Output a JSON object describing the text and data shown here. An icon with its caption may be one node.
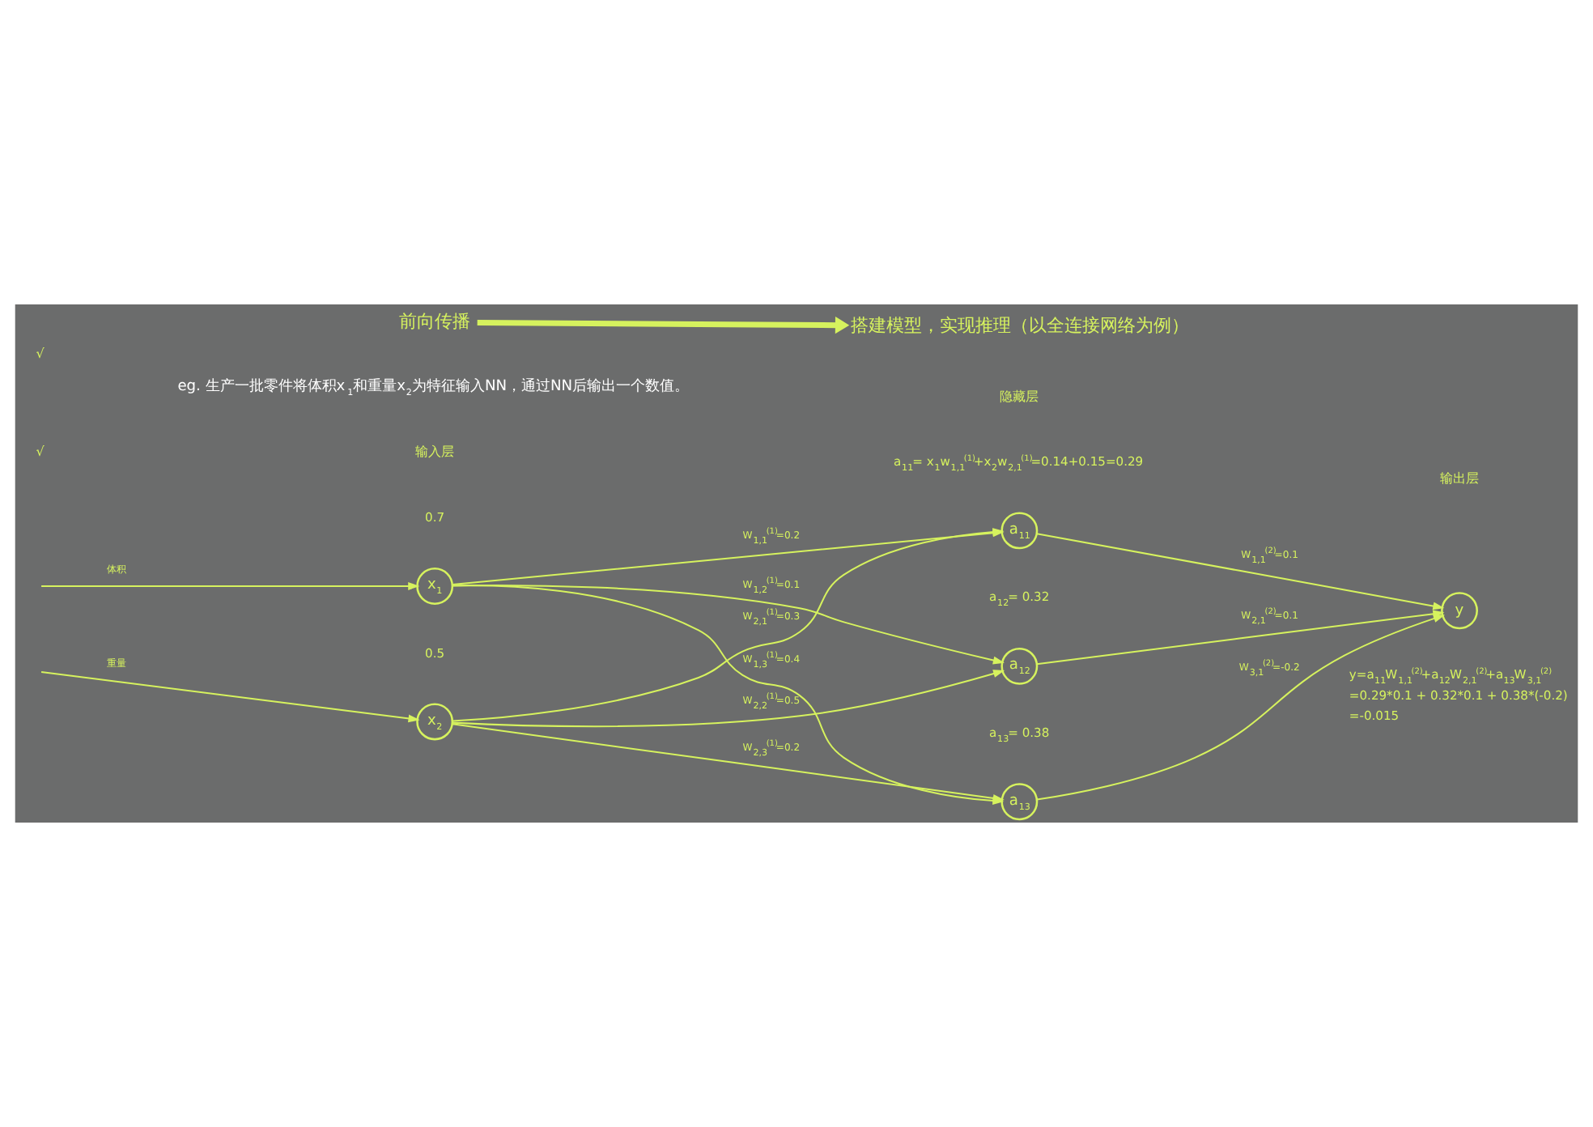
{
  "diagram": {
    "nodes": [
      {
        "text": [
          "前向传播"
        ]
      },
      {
        "text": [
          "搭建模型，实现推理（以全连接网络为例）"
        ]
      },
      {
        "text": [
          "x$_{1}$"
        ],
        "beside": [
          "0.7"
        ]
      },
      {
        "text": [
          "x$_{2}$"
        ],
        "beside": [
          "0.5"
        ]
      },
      {
        "text": [
          "a$_{11}$"
        ],
        "beside": [
          "a$_{11}$= x$_{1}$w$_{1,1}$$^{(1)}$+x$_{2}$w$_{2,1}$$^{(1)}$=0.14+0.15=0.29"
        ]
      },
      {
        "text": [
          "a$_{12}$"
        ],
        "beside": [
          "a$_{12}$= 0.32"
        ]
      },
      {
        "text": [
          "a$_{13}$"
        ],
        "beside": [
          "a$_{13}$= 0.38"
        ]
      },
      {
        "text": [
          "y"
        ],
        "beside": [
          "y=a$_{11}$W$_{1,1}$$^{(2)}$+a$_{12}$W$_{2,1}$$^{(2)}$+a$_{13}$W$_{3,1}$$^{(2)}$",
          "=0.29*0.1 + 0.32*0.1 + 0.38*(-0.2)",
          "=-0.015"
        ]
      }
    ],
    "edges": [
      {
        "from": 0,
        "to": 1,
        "arrow": "to",
        "style": "thick"
      },
      {
        "from": null,
        "to": 2,
        "arrow": "to",
        "label": "体积"
      },
      {
        "from": null,
        "to": 3,
        "arrow": "to",
        "label": "重量"
      },
      {
        "from": 2,
        "to": 4,
        "arrow": "to",
        "label": "W$_{1,1}$$^{(1)}$=0.2"
      },
      {
        "from": 3,
        "to": 4,
        "arrow": "to",
        "label": "W$_{2,1}$$^{(1)}$=0.3"
      },
      {
        "from": 2,
        "to": 5,
        "arrow": "to",
        "label": "W$_{1,2}$$^{(1)}$=0.1"
      },
      {
        "from": 3,
        "to": 5,
        "arrow": "to",
        "label": "W$_{2,2}$$^{(1)}$=0.5"
      },
      {
        "from": 2,
        "to": 6,
        "arrow": "to",
        "label": "W$_{1,3}$$^{(1)}$=0.4"
      },
      {
        "from": 3,
        "to": 6,
        "arrow": "to",
        "label": "W$_{2,3}$$^{(1)}$=0.2"
      },
      {
        "from": 4,
        "to": 7,
        "arrow": "to",
        "label": "W$_{1,1}$$^{(2)}$=0.1"
      },
      {
        "from": 5,
        "to": 7,
        "arrow": "to",
        "label": "W$_{2,1}$$^{(2)}$=0.1"
      },
      {
        "from": 6,
        "to": 7,
        "arrow": "to",
        "label": "W$_{3,1}$$^{(2)}$=-0.2"
      }
    ],
    "labels": [
      "√",
      "eg. 生产一批零件将体积x$_{1}$和重量x$_{2}$为特征输入NN，通过NN后输出一个数值。",
      "√",
      "输入层",
      "隐藏层",
      "输出层"
    ]
  }
}
